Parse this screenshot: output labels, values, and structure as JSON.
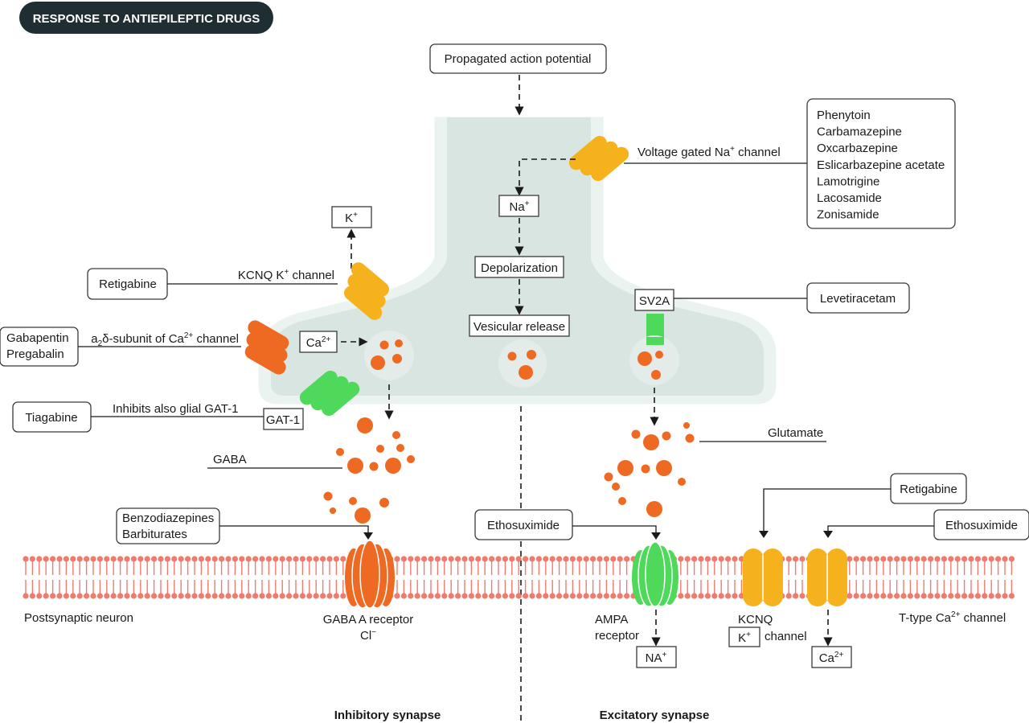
{
  "title": "RESPONSE TO ANTIEPILEPTIC DRUGS",
  "presynaptic": {
    "action_potential": "Propagated action potential",
    "na_channel": "Voltage gated Na",
    "na_channel_sup": "+",
    "na_channel_tail": " channel",
    "na_ion": "Na",
    "na_ion_sup": "+",
    "depolarization": "Depolarization",
    "vesicular_release": "Vesicular release",
    "k_ion": "K",
    "k_ion_sup": "+",
    "kcnq_channel": "KCNQ K",
    "kcnq_channel_sup": "+",
    "kcnq_channel_tail": " channel",
    "ca_ion": "Ca",
    "ca_ion_sup": "2+",
    "a2d_subunit_pre": "a",
    "a2d_subunit_sub": "2",
    "a2d_subunit_mid": "δ-subunit of Ca",
    "a2d_subunit_sup": "2+",
    "a2d_subunit_tail": " channel",
    "gat1": "GAT-1",
    "gat1_note": "Inhibits also glial GAT-1",
    "sv2a": "SV2A"
  },
  "drugs": {
    "na_blockers": [
      "Phenytoin",
      "Carbamazepine",
      "Oxcarbazepine",
      "Eslicarbazepine acetate",
      "Lamotrigine",
      "Lacosamide",
      "Zonisamide"
    ],
    "retigabine_pre": "Retigabine",
    "gabapentin": [
      "Gabapentin",
      "Pregabalin"
    ],
    "tiagabine": "Tiagabine",
    "levetiracetam": "Levetiracetam",
    "benzodiazepines": [
      "Benzodiazepines",
      "Barbiturates"
    ],
    "ethosuximide_ampa": "Ethosuximide",
    "retigabine_post": "Retigabine",
    "ethosuximide_ttype": "Ethosuximide"
  },
  "cleft": {
    "gaba": "GABA",
    "glutamate": "Glutamate"
  },
  "postsynaptic": {
    "neuron": "Postsynaptic neuron",
    "gaba_receptor_line1": "GABA A receptor",
    "gaba_receptor_line2": "Cl",
    "gaba_receptor_sup": "−",
    "ampa_line1": "AMPA",
    "ampa_line2": "receptor",
    "na_out": "NA",
    "na_out_sup": "+",
    "kcnq_line1": "KCNQ",
    "kcnq_k": "K",
    "kcnq_k_sup": "+",
    "kcnq_tail": "channel",
    "ttype": "T-type Ca",
    "ttype_sup": "2+",
    "ttype_tail": " channel",
    "ca_out": "Ca",
    "ca_out_sup": "2+"
  },
  "footer": {
    "inhibitory": "Inhibitory synapse",
    "excitatory": "Excitatory synapse"
  },
  "colors": {
    "orange": "#ee6a22",
    "yellow": "#f5b21c",
    "green": "#4fd95a",
    "membrane": "#ef7a6e",
    "neuron_fill": "#d8e5e1",
    "title_bg": "#1f2e33"
  }
}
